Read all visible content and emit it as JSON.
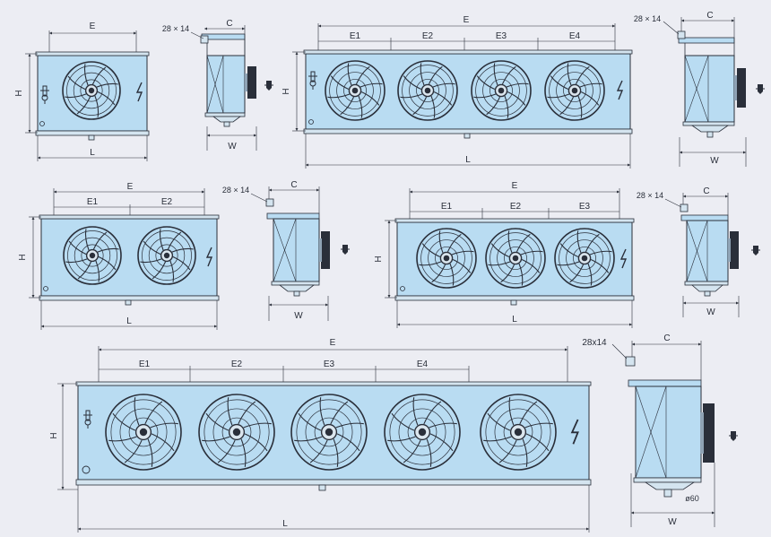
{
  "colors": {
    "background": "#ecedf3",
    "unit_fill": "#b9dcf2",
    "line": "#2a2f3a",
    "tray": "#d4e4ef"
  },
  "labels": {
    "length": "L",
    "height": "H",
    "width": "W",
    "depth": "C",
    "span": "E",
    "e1": "E1",
    "e2": "E2",
    "e3": "E3",
    "e4": "E4",
    "bracket_slot": "28 × 14",
    "bracket_slot_large": "28x14",
    "drain_diameter": "ø60"
  },
  "units": [
    {
      "id": "single-fan-unit",
      "fan_count": 1,
      "spacing_labels": []
    },
    {
      "id": "four-fan-unit-top",
      "fan_count": 4,
      "spacing_labels": [
        "E1",
        "E2",
        "E3",
        "E4"
      ]
    },
    {
      "id": "two-fan-unit",
      "fan_count": 2,
      "spacing_labels": [
        "E1",
        "E2"
      ]
    },
    {
      "id": "three-fan-unit",
      "fan_count": 3,
      "spacing_labels": [
        "E1",
        "E2",
        "E3"
      ]
    },
    {
      "id": "five-fan-unit",
      "fan_count": 5,
      "spacing_labels": [
        "E1",
        "E2",
        "E3",
        "E4"
      ]
    }
  ],
  "icons": [
    "fan-guard-icon",
    "thermometer-icon",
    "electrical-lightning-icon",
    "refrigerant-connection-icon"
  ]
}
